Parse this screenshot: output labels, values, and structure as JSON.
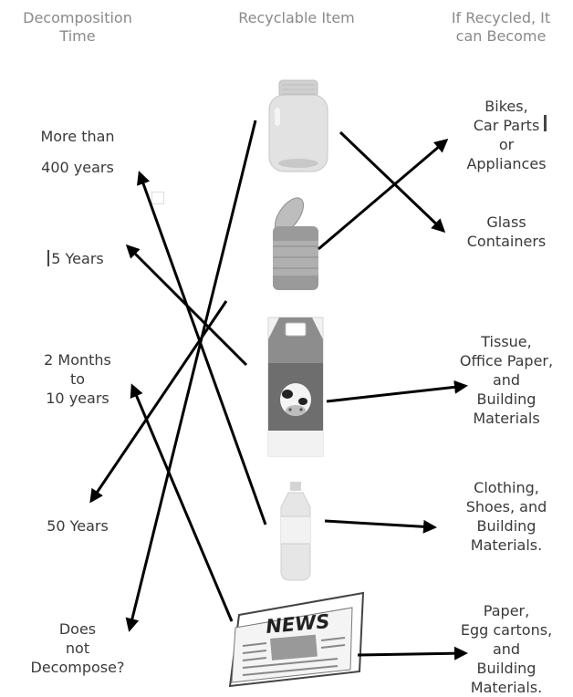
{
  "headers": {
    "decomposition": [
      "Decomposition",
      "Time"
    ],
    "item": "Recyclable Item",
    "becomes": [
      "If Recycled, It",
      "can Become"
    ]
  },
  "left_labels": {
    "l1": [
      "More than",
      "400 years"
    ],
    "l2": "5 Years",
    "l3": [
      "2 Months",
      "to",
      "10 years"
    ],
    "l4": "50 Years",
    "l5": [
      "Does",
      "not",
      "Decompose?"
    ]
  },
  "right_labels": {
    "r1": [
      "Bikes,",
      "Car Parts",
      "or",
      "Appliances"
    ],
    "r2": [
      "Glass",
      "Containers"
    ],
    "r3": [
      "Tissue,",
      "Office Paper,",
      "and",
      "Building",
      "Materials"
    ],
    "r4": [
      "Clothing,",
      "Shoes, and",
      "Building",
      "Materials."
    ],
    "r5": [
      "Paper,",
      "Egg cartons,",
      "and",
      "Building",
      "Materials."
    ]
  },
  "items": {
    "jar": "glass-jar-icon",
    "can": "tin-can-icon",
    "carton": "milk-carton-icon",
    "bottle": "plastic-bottle-icon",
    "newspaper": "newspaper-icon",
    "newspaper_text": "NEWS"
  }
}
